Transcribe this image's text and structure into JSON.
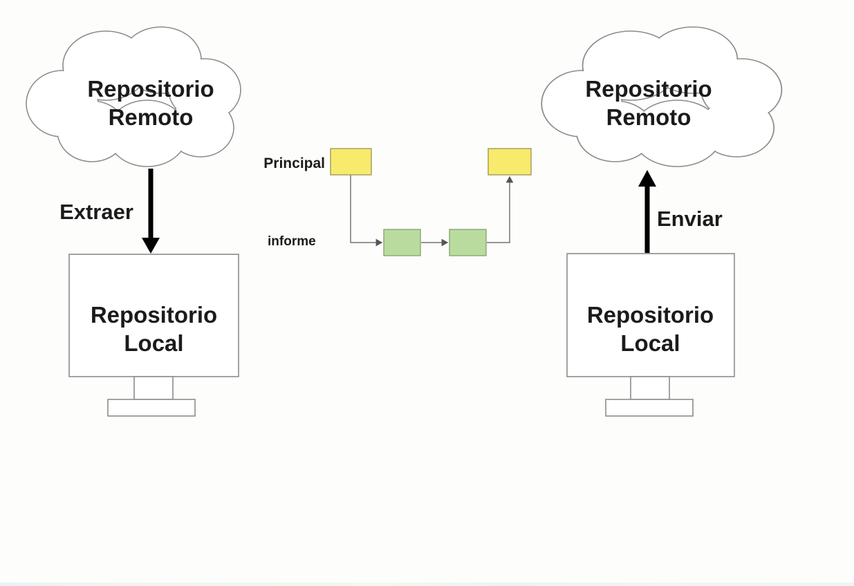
{
  "diagram": {
    "left": {
      "cloud_label": "Repositorio Remoto",
      "arrow_label": "Extraer",
      "monitor_label": "Repositorio Local"
    },
    "right": {
      "cloud_label": "Repositorio Remoto",
      "arrow_label": "Enviar",
      "monitor_label": "Repositorio Local"
    },
    "branches": {
      "main_label": "Principal",
      "feature_label": "informe"
    },
    "colors": {
      "main_commit_fill": "#f7ea6d",
      "main_commit_stroke": "#9a9454",
      "feature_commit_fill": "#b9dc9e",
      "feature_commit_stroke": "#84a06f",
      "arrow": "#000000",
      "outline": "#8c8c8c",
      "connector": "#555555"
    }
  }
}
